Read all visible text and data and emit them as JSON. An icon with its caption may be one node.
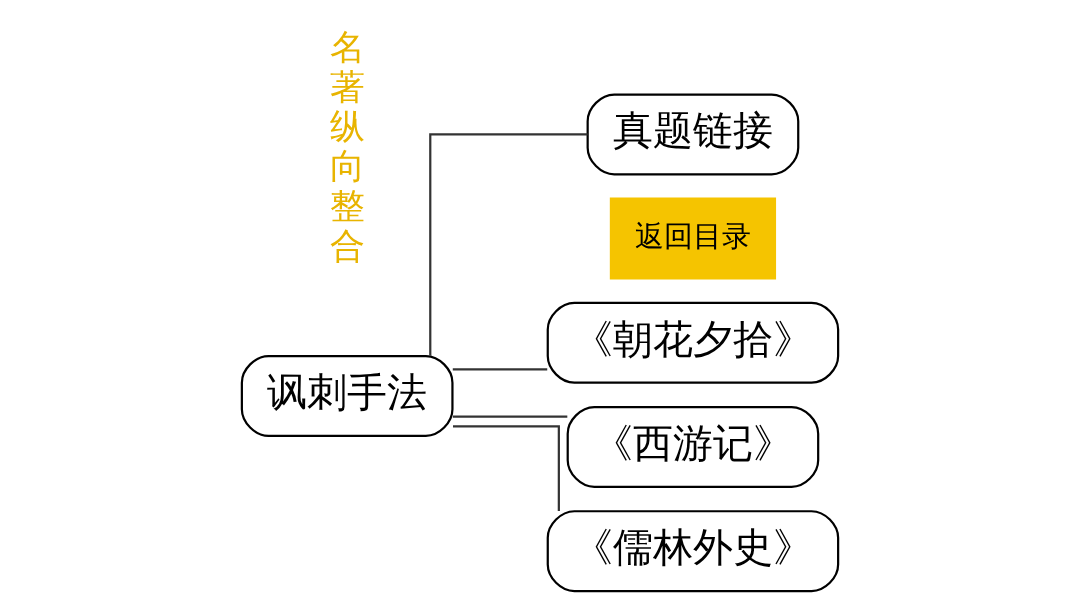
{
  "diagram": {
    "nodes": [
      {
        "text": [
          "讽刺手法"
        ]
      },
      {
        "text": [
          "真题链接"
        ]
      },
      {
        "text": [
          "《朝花夕拾》"
        ]
      },
      {
        "text": [
          "《西游记》"
        ]
      },
      {
        "text": [
          "《儒林外史》"
        ]
      }
    ],
    "edges": [
      {
        "from": 0,
        "to": 1,
        "arrow": "none"
      },
      {
        "from": 0,
        "to": 2,
        "arrow": "none"
      },
      {
        "from": 0,
        "to": 3,
        "arrow": "none"
      },
      {
        "from": 0,
        "to": 4,
        "arrow": "none"
      }
    ],
    "labels": [
      "名著纵向整合",
      "返回目录"
    ]
  }
}
